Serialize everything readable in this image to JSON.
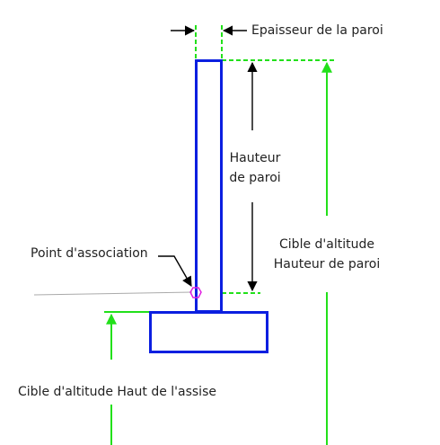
{
  "labels": {
    "wall_thickness": "Epaisseur de la paroi",
    "wall_height_line1": "Hauteur",
    "wall_height_line2": "de paroi",
    "attachment_point": "Point d'association",
    "target_height_line1": "Cible d'altitude",
    "target_height_line2": "Hauteur de paroi",
    "target_footing_top": "Cible d'altitude Haut de l'assise"
  },
  "colors": {
    "structure": "#0b1fe0",
    "guide_lines": "#22e01a",
    "dimension": "#000000",
    "attachment_marker": "#e020e0",
    "ground_line": "#aaaaaa",
    "text": "#222222"
  }
}
